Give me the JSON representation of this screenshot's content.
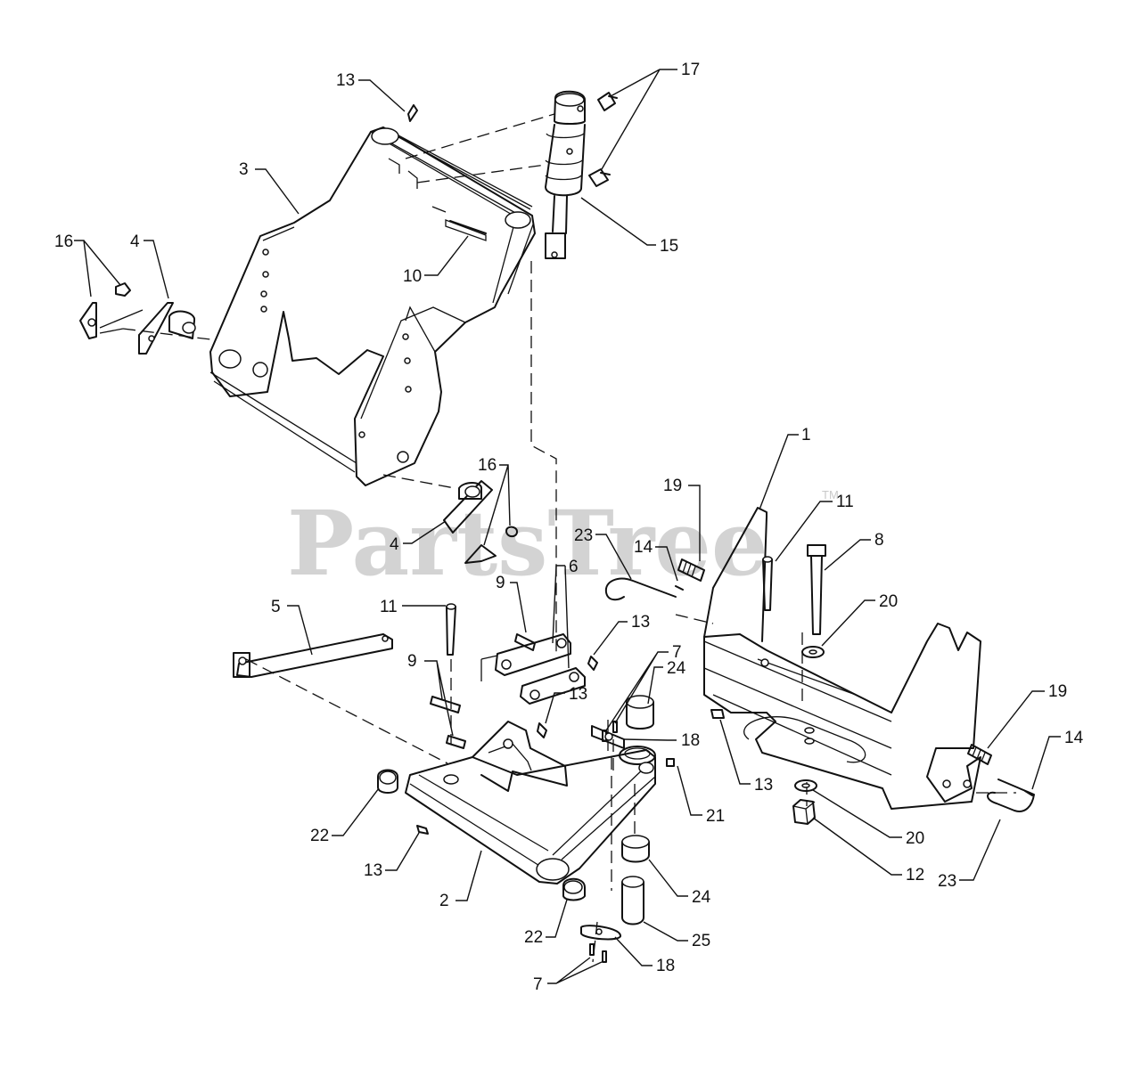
{
  "watermark": {
    "text": "PartsTree",
    "trademark": "TM"
  },
  "callouts": [
    {
      "id": "c13a",
      "label": "13"
    },
    {
      "id": "c17",
      "label": "17"
    },
    {
      "id": "c3",
      "label": "3"
    },
    {
      "id": "c16a",
      "label": "16"
    },
    {
      "id": "c4a",
      "label": "4"
    },
    {
      "id": "c10",
      "label": "10"
    },
    {
      "id": "c15",
      "label": "15"
    },
    {
      "id": "c1",
      "label": "1"
    },
    {
      "id": "c16b",
      "label": "16"
    },
    {
      "id": "c19a",
      "label": "19"
    },
    {
      "id": "c11a",
      "label": "11"
    },
    {
      "id": "c4b",
      "label": "4"
    },
    {
      "id": "c23a",
      "label": "23"
    },
    {
      "id": "c14a",
      "label": "14"
    },
    {
      "id": "c8",
      "label": "8"
    },
    {
      "id": "c9a",
      "label": "9"
    },
    {
      "id": "c6",
      "label": "6"
    },
    {
      "id": "c5",
      "label": "5"
    },
    {
      "id": "c11b",
      "label": "11"
    },
    {
      "id": "c20a",
      "label": "20"
    },
    {
      "id": "c13b",
      "label": "13"
    },
    {
      "id": "c7a",
      "label": "7"
    },
    {
      "id": "c9b",
      "label": "9"
    },
    {
      "id": "c24a",
      "label": "24"
    },
    {
      "id": "c13c",
      "label": "13"
    },
    {
      "id": "c18a",
      "label": "18"
    },
    {
      "id": "c19b",
      "label": "19"
    },
    {
      "id": "c14b",
      "label": "14"
    },
    {
      "id": "c13d",
      "label": "13"
    },
    {
      "id": "c21",
      "label": "21"
    },
    {
      "id": "c22a",
      "label": "22"
    },
    {
      "id": "c20b",
      "label": "20"
    },
    {
      "id": "c13e",
      "label": "13"
    },
    {
      "id": "c12",
      "label": "12"
    },
    {
      "id": "c23b",
      "label": "23"
    },
    {
      "id": "c2",
      "label": "2"
    },
    {
      "id": "c24b",
      "label": "24"
    },
    {
      "id": "c22b",
      "label": "22"
    },
    {
      "id": "c25",
      "label": "25"
    },
    {
      "id": "c18b",
      "label": "18"
    },
    {
      "id": "c7b",
      "label": "7"
    }
  ]
}
